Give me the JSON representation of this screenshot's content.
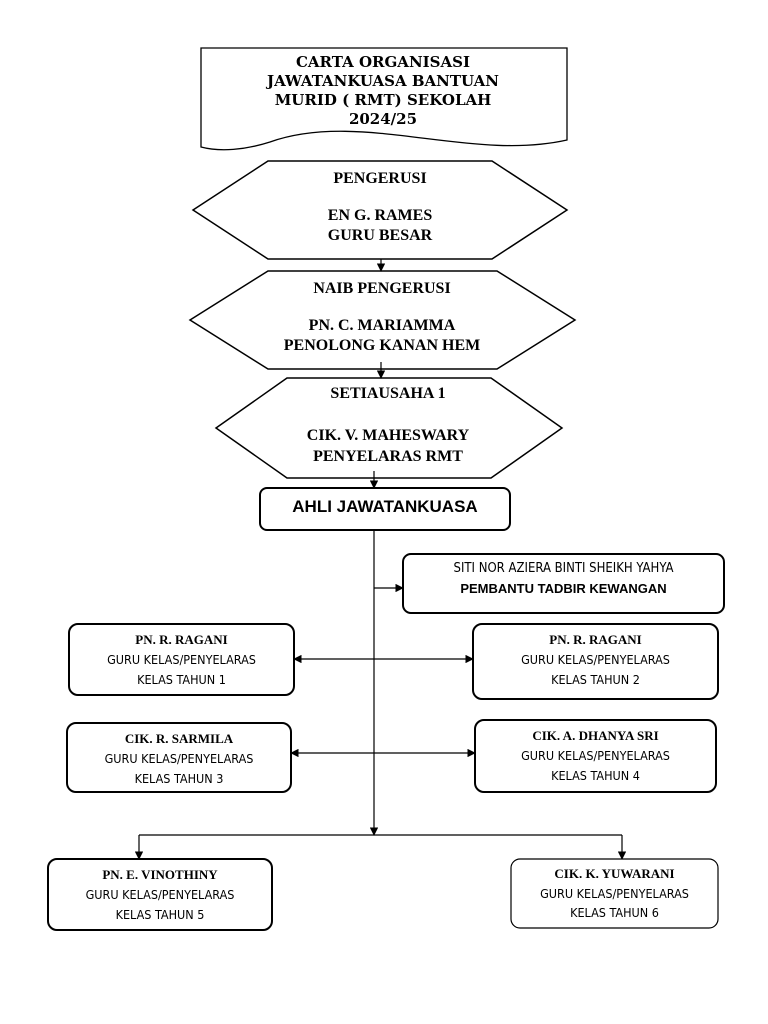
{
  "title": {
    "line1": "CARTA ORGANISASI",
    "line2": "JAWATANKUASA BANTUAN",
    "line3": "MURID ( RMT) SEKOLAH",
    "line4": "2024/25"
  },
  "pengerusi": {
    "position": "PENGERUSI",
    "name": "EN G. RAMES",
    "role": "GURU BESAR"
  },
  "naib_pengerusi": {
    "position": "NAIB PENGERUSI",
    "name": "PN. C. MARIAMMA",
    "role": "PENOLONG KANAN HEM"
  },
  "setiausaha": {
    "position": "SETIAUSAHA 1",
    "name": "CIK. V. MAHESWARY",
    "role": "PENYELARAS RMT"
  },
  "ahli": {
    "label": "AHLI JAWATANKUASA"
  },
  "pembantu": {
    "name": "SITI NOR AZIERA BINTI SHEIKH YAHYA",
    "role": "PEMBANTU TADBIR KEWANGAN"
  },
  "members": [
    {
      "name": "PN. R. RAGANI",
      "role": "GURU KELAS/PENYELARAS",
      "class": "KELAS  TAHUN 1"
    },
    {
      "name": "PN. R. RAGANI",
      "role": "GURU KELAS/PENYELARAS",
      "class": "KELAS  TAHUN 2"
    },
    {
      "name": "CIK. R. SARMILA",
      "role": "GURU KELAS/PENYELARAS",
      "class": "KELAS  TAHUN 3"
    },
    {
      "name": "CIK. A. DHANYA SRI",
      "role": "GURU KELAS/PENYELARAS",
      "class": "KELAS  TAHUN 4"
    },
    {
      "name": "PN. E. VINOTHINY",
      "role": "GURU KELAS/PENYELARAS",
      "class": "KELAS  TAHUN 5"
    },
    {
      "name": "CIK. K. YUWARANI",
      "role": "GURU KELAS/PENYELARAS",
      "class": "KELAS  TAHUN 6"
    }
  ]
}
